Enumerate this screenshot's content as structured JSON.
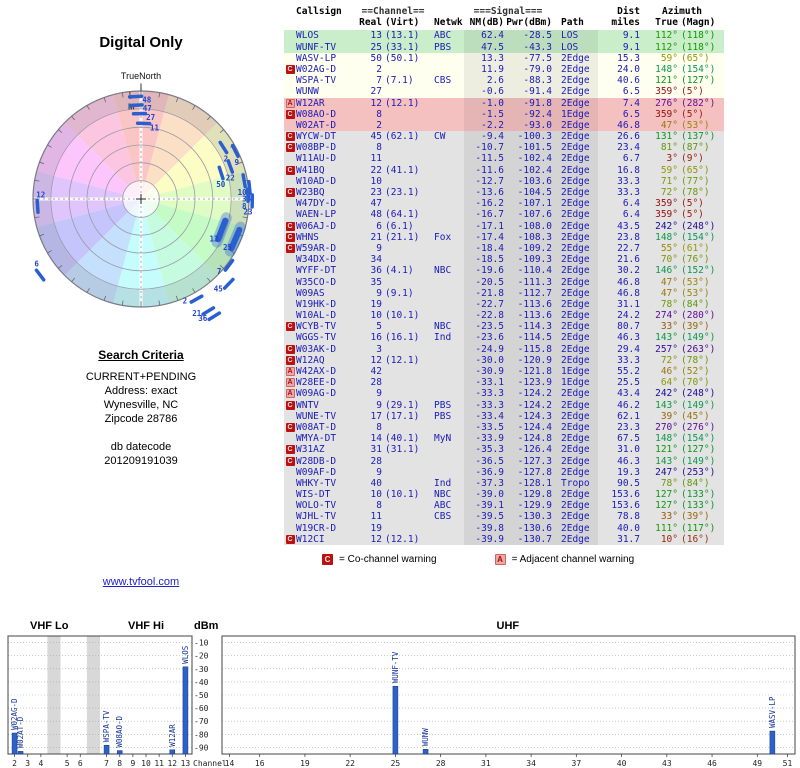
{
  "radar": {
    "title": "Digital Only",
    "north_label": "TrueNorth",
    "magnetic_label": "M",
    "magnetic_az": 354,
    "markers": [
      {
        "label": "48",
        "az": 357,
        "r": 0.95
      },
      {
        "label": "47",
        "az": 357,
        "r": 0.87
      },
      {
        "label": "27",
        "az": 359,
        "r": 0.79
      },
      {
        "label": "11",
        "az": 2,
        "r": 0.7
      },
      {
        "label": "9",
        "az": 63,
        "r": 0.98
      },
      {
        "label": "2",
        "az": 58,
        "r": 0.9
      },
      {
        "label": "22",
        "az": 70,
        "r": 0.88
      },
      {
        "label": "50",
        "az": 72,
        "r": 0.78
      },
      {
        "label": "10",
        "az": 80,
        "r": 0.97
      },
      {
        "label": "34",
        "az": 84,
        "r": 1.01
      },
      {
        "label": "8",
        "az": 88,
        "r": 0.99
      },
      {
        "label": "23",
        "az": 91,
        "r": 1.03
      },
      {
        "label": "13",
        "az": 111,
        "r": 0.8,
        "bold": true
      },
      {
        "label": "25",
        "az": 113,
        "r": 0.95,
        "bold": true
      },
      {
        "label": "7",
        "az": 127,
        "r": 1.02
      },
      {
        "label": "45",
        "az": 134,
        "r": 1.13
      },
      {
        "label": "2",
        "az": 151,
        "r": 1.06
      },
      {
        "label": "21",
        "az": 149,
        "r": 1.21
      },
      {
        "label": "36",
        "az": 148,
        "r": 1.28
      },
      {
        "label": "12",
        "az": 266,
        "r": 0.96
      },
      {
        "label": "6",
        "az": 233,
        "r": 1.17
      }
    ]
  },
  "search_criteria": {
    "heading": "Search Criteria",
    "lines": [
      "CURRENT+PENDING",
      "Address: exact",
      "Wynesville, NC",
      "Zipcode 28786"
    ],
    "db_label": "db datecode",
    "db_value": "201209191039"
  },
  "link": {
    "text": "www.tvfool.com"
  },
  "legend": {
    "co": {
      "symbol": "C",
      "text": "= Co-channel warning"
    },
    "adj": {
      "symbol": "A",
      "text": "= Adjacent channel warning"
    }
  },
  "table": {
    "header": {
      "callsign": "Callsign",
      "channel_group": "==Channel==",
      "signal_group": "===Signal===",
      "dist": "Dist",
      "azimuth": "Azimuth",
      "real": "Real",
      "virt": "(Virt)",
      "netwk": "Netwk",
      "nm": "NM(dB)",
      "pwr": "Pwr(dBm)",
      "path": "Path",
      "miles": "miles",
      "true": "True",
      "magn": "(Magn)"
    },
    "rows": [
      [
        "",
        "WLOS",
        "13",
        "(13.1)",
        "ABC",
        "62.4",
        "-28.5",
        "LOS",
        "9.1",
        112,
        118,
        "green"
      ],
      [
        "",
        "WUNF-TV",
        "25",
        "(33.1)",
        "PBS",
        "47.5",
        "-43.3",
        "LOS",
        "9.1",
        112,
        118,
        "green"
      ],
      [
        "",
        "WASV-LP",
        "50",
        "(50.1)",
        "",
        "13.3",
        "-77.5",
        "2Edge",
        "15.3",
        59,
        65,
        "yellow"
      ],
      [
        "C",
        "W02AG-D",
        "2",
        "",
        "",
        "11.9",
        "-79.0",
        "2Edge",
        "24.0",
        148,
        154,
        "yellow"
      ],
      [
        "",
        "WSPA-TV",
        "7",
        "(7.1)",
        "CBS",
        "2.6",
        "-88.3",
        "2Edge",
        "40.6",
        121,
        127,
        "yellow"
      ],
      [
        "",
        "WUNW",
        "27",
        "",
        "",
        "-0.6",
        "-91.4",
        "2Edge",
        "6.5",
        359,
        5,
        "yellow"
      ],
      [
        "A",
        "W12AR",
        "12",
        "(12.1)",
        "",
        "-1.0",
        "-91.8",
        "2Edge",
        "7.4",
        276,
        282,
        "pink"
      ],
      [
        "C",
        "W08AO-D",
        "8",
        "",
        "",
        "-1.5",
        "-92.4",
        "1Edge",
        "6.5",
        359,
        5,
        "pink"
      ],
      [
        "",
        "W02AT-D",
        "2",
        "",
        "",
        "-2.2",
        "-93.0",
        "2Edge",
        "46.8",
        47,
        53,
        "pink"
      ],
      [
        "C",
        "WYCW-DT",
        "45",
        "(62.1)",
        "CW",
        "-9.4",
        "-100.3",
        "2Edge",
        "26.6",
        131,
        137,
        "gray"
      ],
      [
        "C",
        "W08BP-D",
        "8",
        "",
        "",
        "-10.7",
        "-101.5",
        "2Edge",
        "23.4",
        81,
        87,
        "gray"
      ],
      [
        "",
        "W11AU-D",
        "11",
        "",
        "",
        "-11.5",
        "-102.4",
        "2Edge",
        "6.7",
        3,
        9,
        "gray"
      ],
      [
        "C",
        "W41BQ",
        "22",
        "(41.1)",
        "",
        "-11.6",
        "-102.4",
        "2Edge",
        "16.8",
        59,
        65,
        "gray"
      ],
      [
        "",
        "W10AD-D",
        "10",
        "",
        "",
        "-12.7",
        "-103.6",
        "2Edge",
        "33.3",
        71,
        77,
        "gray"
      ],
      [
        "C",
        "W23BQ",
        "23",
        "(23.1)",
        "",
        "-13.6",
        "-104.5",
        "2Edge",
        "33.3",
        72,
        78,
        "gray"
      ],
      [
        "",
        "W47DY-D",
        "47",
        "",
        "",
        "-16.2",
        "-107.1",
        "2Edge",
        "6.4",
        359,
        5,
        "gray"
      ],
      [
        "",
        "WAEN-LP",
        "48",
        "(64.1)",
        "",
        "-16.7",
        "-107.6",
        "2Edge",
        "6.4",
        359,
        5,
        "gray"
      ],
      [
        "C",
        "W06AJ-D",
        "6",
        "(6.1)",
        "",
        "-17.1",
        "-108.0",
        "2Edge",
        "43.5",
        242,
        248,
        "gray"
      ],
      [
        "C",
        "WHNS",
        "21",
        "(21.1)",
        "Fox",
        "-17.4",
        "-108.3",
        "2Edge",
        "23.8",
        148,
        154,
        "gray"
      ],
      [
        "C",
        "W59AR-D",
        "9",
        "",
        "",
        "-18.4",
        "-109.2",
        "2Edge",
        "22.7",
        55,
        61,
        "gray"
      ],
      [
        "",
        "W34DX-D",
        "34",
        "",
        "",
        "-18.5",
        "-109.3",
        "2Edge",
        "21.6",
        70,
        76,
        "gray"
      ],
      [
        "",
        "WYFF-DT",
        "36",
        "(4.1)",
        "NBC",
        "-19.6",
        "-110.4",
        "2Edge",
        "30.2",
        146,
        152,
        "gray"
      ],
      [
        "",
        "W35CO-D",
        "35",
        "",
        "",
        "-20.5",
        "-111.3",
        "2Edge",
        "46.8",
        47,
        53,
        "gray"
      ],
      [
        "",
        "W09AS",
        "9",
        "(9.1)",
        "",
        "-21.8",
        "-112.7",
        "2Edge",
        "46.8",
        47,
        53,
        "gray"
      ],
      [
        "",
        "W19HK-D",
        "19",
        "",
        "",
        "-22.7",
        "-113.6",
        "2Edge",
        "31.1",
        78,
        84,
        "gray"
      ],
      [
        "",
        "W10AL-D",
        "10",
        "(10.1)",
        "",
        "-22.8",
        "-113.6",
        "2Edge",
        "24.2",
        274,
        280,
        "gray"
      ],
      [
        "C",
        "WCYB-TV",
        "5",
        "",
        "NBC",
        "-23.5",
        "-114.3",
        "2Edge",
        "80.7",
        33,
        39,
        "gray"
      ],
      [
        "",
        "WGGS-TV",
        "16",
        "(16.1)",
        "Ind",
        "-23.6",
        "-114.5",
        "2Edge",
        "46.3",
        143,
        149,
        "gray"
      ],
      [
        "C",
        "W03AK-D",
        "3",
        "",
        "",
        "-24.9",
        "-115.8",
        "2Edge",
        "29.4",
        257,
        263,
        "gray"
      ],
      [
        "C",
        "W12AQ",
        "12",
        "(12.1)",
        "",
        "-30.0",
        "-120.9",
        "2Edge",
        "33.3",
        72,
        78,
        "gray"
      ],
      [
        "A",
        "W42AX-D",
        "42",
        "",
        "",
        "-30.9",
        "-121.8",
        "1Edge",
        "55.2",
        46,
        52,
        "gray"
      ],
      [
        "A",
        "W28EE-D",
        "28",
        "",
        "",
        "-33.1",
        "-123.9",
        "1Edge",
        "25.5",
        64,
        70,
        "gray"
      ],
      [
        "A",
        "W09AG-D",
        "9",
        "",
        "",
        "-33.3",
        "-124.2",
        "2Edge",
        "43.4",
        242,
        248,
        "gray"
      ],
      [
        "C",
        "WNTV",
        "9",
        "(29.1)",
        "PBS",
        "-33.3",
        "-124.2",
        "2Edge",
        "46.2",
        143,
        149,
        "gray"
      ],
      [
        "",
        "WUNE-TV",
        "17",
        "(17.1)",
        "PBS",
        "-33.4",
        "-124.3",
        "2Edge",
        "62.1",
        39,
        45,
        "gray"
      ],
      [
        "C",
        "W08AT-D",
        "8",
        "",
        "",
        "-33.5",
        "-124.4",
        "2Edge",
        "23.3",
        270,
        276,
        "gray"
      ],
      [
        "",
        "WMYA-DT",
        "14",
        "(40.1)",
        "MyN",
        "-33.9",
        "-124.8",
        "2Edge",
        "67.5",
        148,
        154,
        "gray"
      ],
      [
        "C",
        "W31AZ",
        "31",
        "(31.1)",
        "",
        "-35.3",
        "-126.4",
        "2Edge",
        "31.0",
        121,
        127,
        "gray"
      ],
      [
        "C",
        "W28DB-D",
        "28",
        "",
        "",
        "-36.5",
        "-127.3",
        "2Edge",
        "46.3",
        143,
        149,
        "gray"
      ],
      [
        "",
        "W09AF-D",
        "9",
        "",
        "",
        "-36.9",
        "-127.8",
        "2Edge",
        "19.3",
        247,
        253,
        "gray"
      ],
      [
        "",
        "WHKY-TV",
        "40",
        "",
        "Ind",
        "-37.3",
        "-128.1",
        "Tropo",
        "90.5",
        78,
        84,
        "gray"
      ],
      [
        "",
        "WIS-DT",
        "10",
        "(10.1)",
        "NBC",
        "-39.0",
        "-129.8",
        "2Edge",
        "153.6",
        127,
        133,
        "gray"
      ],
      [
        "",
        "WOLO-TV",
        "8",
        "",
        "ABC",
        "-39.1",
        "-129.9",
        "2Edge",
        "153.6",
        127,
        133,
        "gray"
      ],
      [
        "",
        "WJHL-TV",
        "11",
        "",
        "CBS",
        "-39.5",
        "-130.3",
        "2Edge",
        "78.8",
        33,
        39,
        "gray"
      ],
      [
        "",
        "W19CR-D",
        "19",
        "",
        "",
        "-39.8",
        "-130.6",
        "2Edge",
        "40.0",
        111,
        117,
        "gray"
      ],
      [
        "C",
        "W12CI",
        "12",
        "(12.1)",
        "",
        "-39.9",
        "-130.7",
        "2Edge",
        "31.7",
        10,
        16,
        "gray"
      ]
    ]
  },
  "chart_data": [
    {
      "type": "bar",
      "panel": "VHF",
      "region_labels": [
        "VHF Lo",
        "VHF Hi"
      ],
      "y_axis": {
        "title": "dBm",
        "ticks": [
          -10,
          -20,
          -30,
          -40,
          -50,
          -60,
          -70,
          -80,
          -90
        ],
        "range": [
          -5,
          -95
        ]
      },
      "x_axis": {
        "title": "Channel",
        "slots": [
          "2",
          "3",
          "4",
          "GAP",
          "5",
          "6",
          "GAP",
          "7",
          "8",
          "9",
          "10",
          "11",
          "12",
          "13"
        ]
      },
      "bars": [
        {
          "channel": "2",
          "callsign": "W02AG-D",
          "dbm": -79.0
        },
        {
          "channel": "2",
          "callsign": "W02AT-D",
          "dbm": -93.0
        },
        {
          "channel": "7",
          "callsign": "WSPA-TV",
          "dbm": -88.3
        },
        {
          "channel": "8",
          "callsign": "W08AO-D",
          "dbm": -92.4
        },
        {
          "channel": "12",
          "callsign": "W12AR",
          "dbm": -91.8
        },
        {
          "channel": "13",
          "callsign": "WLOS",
          "dbm": -28.5
        }
      ]
    },
    {
      "type": "bar",
      "panel": "UHF",
      "x_axis": {
        "ticks": [
          "14",
          "16",
          "19",
          "22",
          "25",
          "28",
          "31",
          "34",
          "37",
          "40",
          "43",
          "46",
          "49",
          "51"
        ],
        "range": [
          14,
          51
        ]
      },
      "bars": [
        {
          "channel": "25",
          "callsign": "WUNF-TV",
          "dbm": -43.3
        },
        {
          "channel": "27",
          "callsign": "WUNW",
          "dbm": -91.4
        },
        {
          "channel": "50",
          "callsign": "WASV-LP",
          "dbm": -77.5
        }
      ]
    }
  ]
}
